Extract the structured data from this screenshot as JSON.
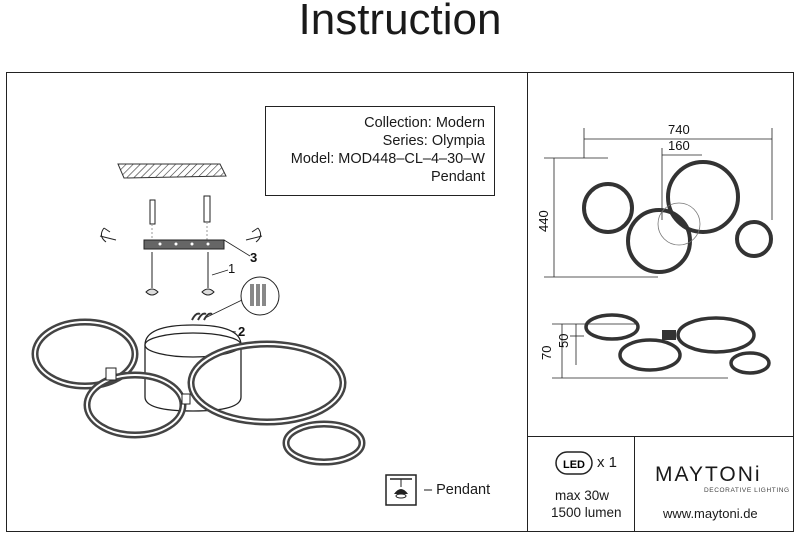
{
  "title": "Instruction",
  "info": {
    "collection": "Collection: Modern",
    "series": "Series: Olympia",
    "model": "Model: MOD448–CL–4–30–W",
    "type": "Pendant"
  },
  "dimensions": {
    "width": "740",
    "offset": "160",
    "height": "440",
    "depth_total": "70",
    "depth_ring": "50"
  },
  "steps": {
    "step1": "1",
    "step2": "2",
    "step3": "3"
  },
  "specs": {
    "led_badge": "LED",
    "led_count": "x 1",
    "power": "max 30w",
    "lumen": "1500 lumen"
  },
  "brand": {
    "name": "MAYTONi",
    "tagline": "DECORATIVE LIGHTING",
    "website": "www.maytoni.de"
  },
  "legend": {
    "pendant_label": "– Pendant"
  },
  "icons": [
    "pendant-lamp-icon",
    "led-badge-icon",
    "rotate-arrow-icon"
  ]
}
